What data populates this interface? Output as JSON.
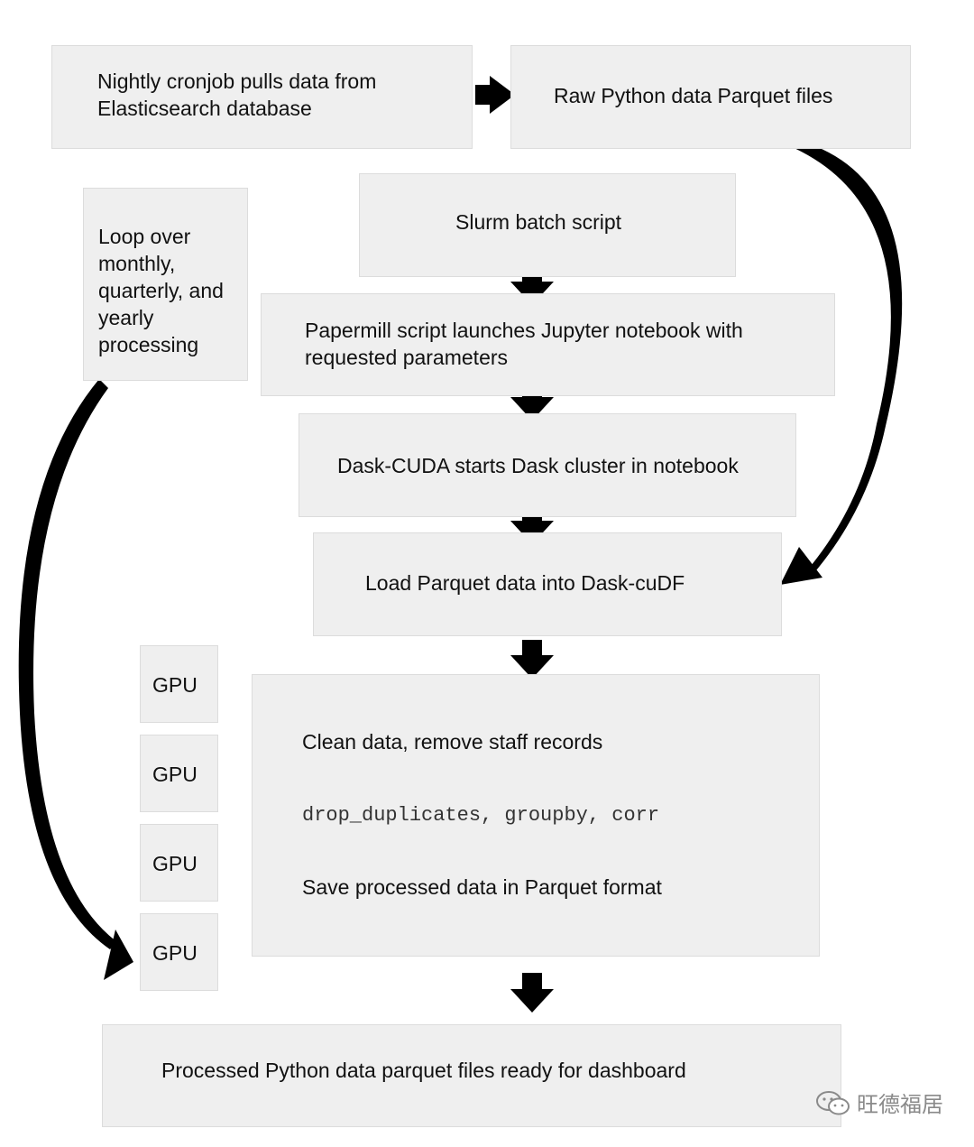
{
  "boxes": {
    "cronjob": "Nightly cronjob pulls data from\nElasticsearch database",
    "raw_files": "Raw Python data Parquet files",
    "loop": "Loop over\nmonthly,\nquarterly, and\nyearly\nprocessing",
    "slurm": "Slurm batch script",
    "papermill": "Papermill script launches Jupyter notebook with\nrequested parameters",
    "dask_cuda": "Dask-CUDA starts Dask cluster in notebook",
    "load_parquet": "Load Parquet data into Dask-cuDF",
    "processing": {
      "clean": "Clean data, remove staff records",
      "ops": "drop_duplicates, groupby, corr",
      "save": "Save processed data in Parquet format"
    },
    "gpus": [
      "GPU",
      "GPU",
      "GPU",
      "GPU"
    ],
    "output": "Processed Python data parquet files ready for dashboard"
  },
  "watermark": {
    "text": "旺德福居",
    "icon": "wechat-icon"
  }
}
